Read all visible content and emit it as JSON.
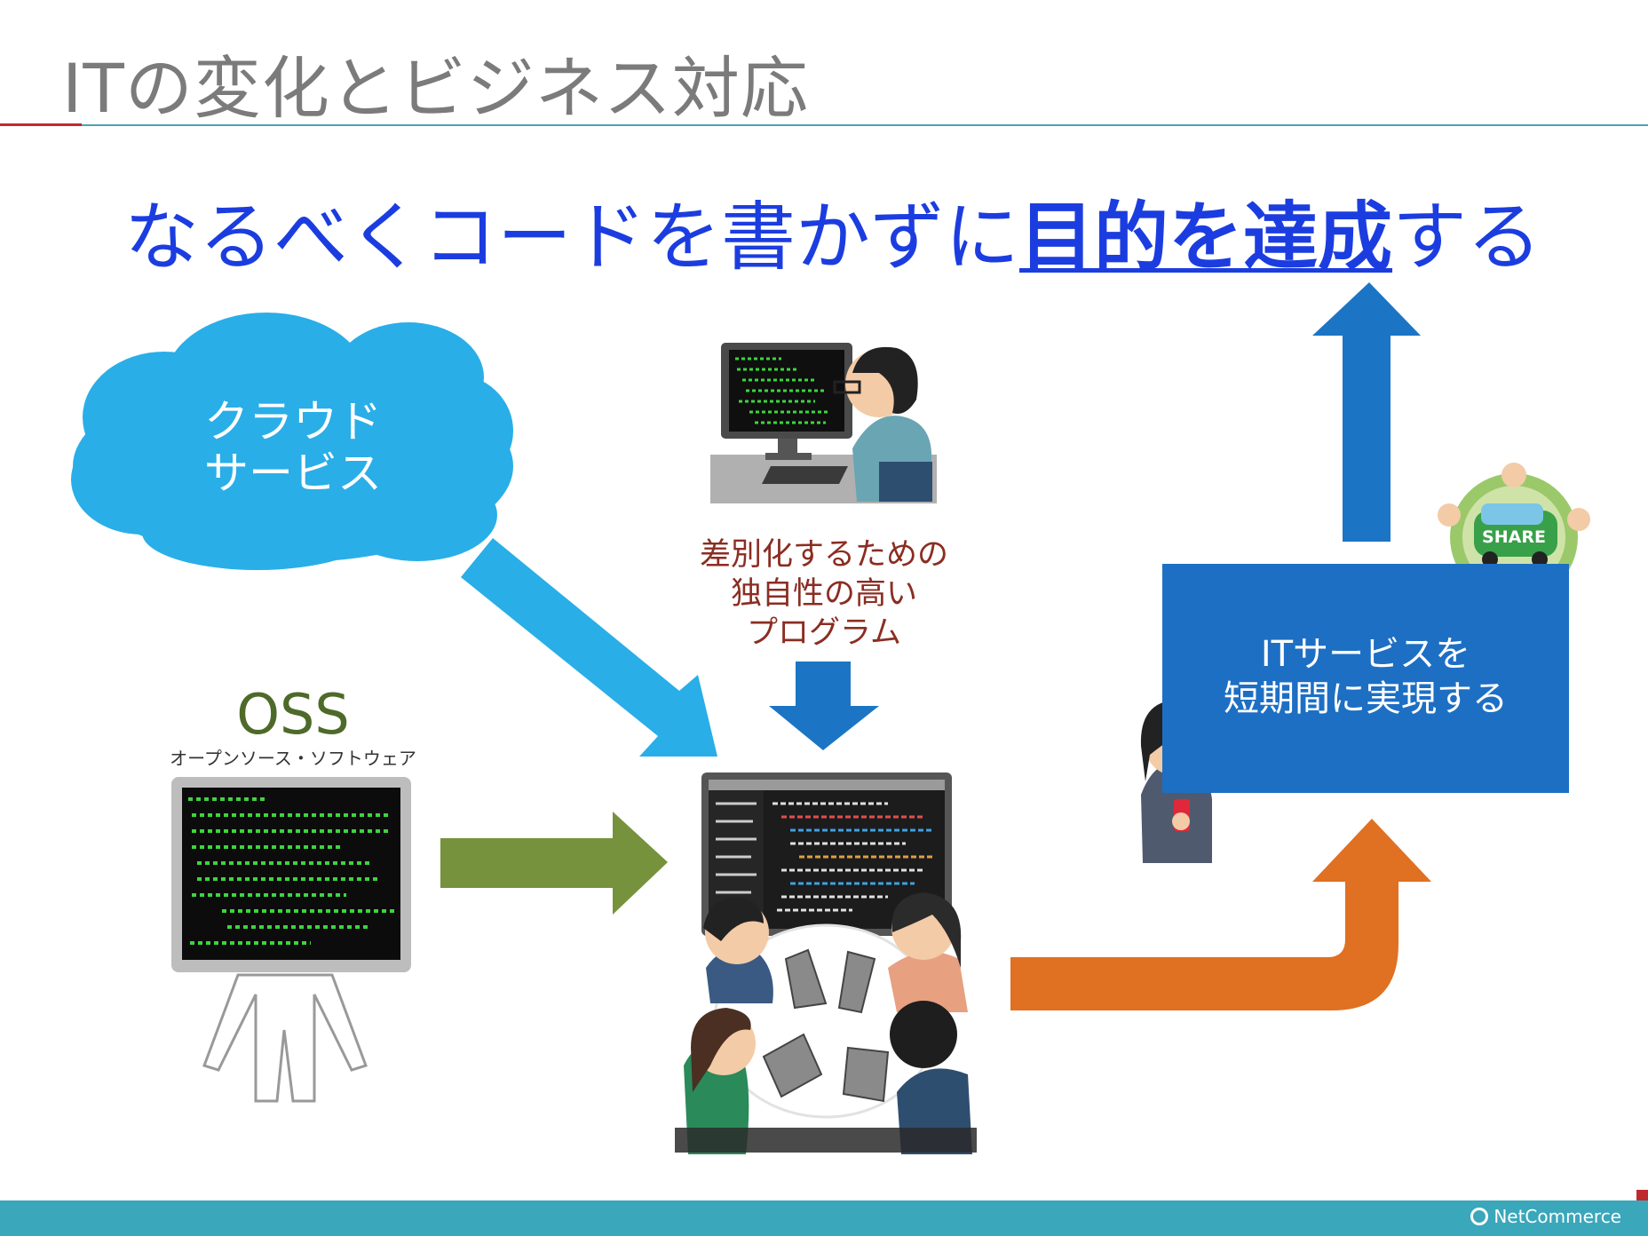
{
  "slide": {
    "title": "ITの変化とビジネス対応",
    "headline_prefix": "なるべくコードを書かずに",
    "headline_emphasis": "目的を達成",
    "headline_suffix": "する"
  },
  "cloud": {
    "line1": "クラウド",
    "line2": "サービス"
  },
  "custom_program": {
    "line1": "差別化するための",
    "line2": "独自性の高い",
    "line3": "プログラム"
  },
  "oss": {
    "title": "OSS",
    "subtitle": "オープンソース・ソフトウェア"
  },
  "it_service": {
    "line1": "ITサービスを",
    "line2": "短期間に実現する",
    "share_badge": "SHARE"
  },
  "footer": {
    "logo": "NetCommerce"
  },
  "colors": {
    "title_gray": "#7b7b7b",
    "headline_blue": "#1b3de0",
    "cloud_blue": "#29aee8",
    "arrow_blue": "#1b75c4",
    "arrow_green": "#76923c",
    "arrow_orange": "#e07022",
    "program_text": "#8b2d22",
    "oss_green": "#4e6a2a",
    "footer_teal": "#3aa7bb",
    "accent_red": "#c0282f"
  }
}
